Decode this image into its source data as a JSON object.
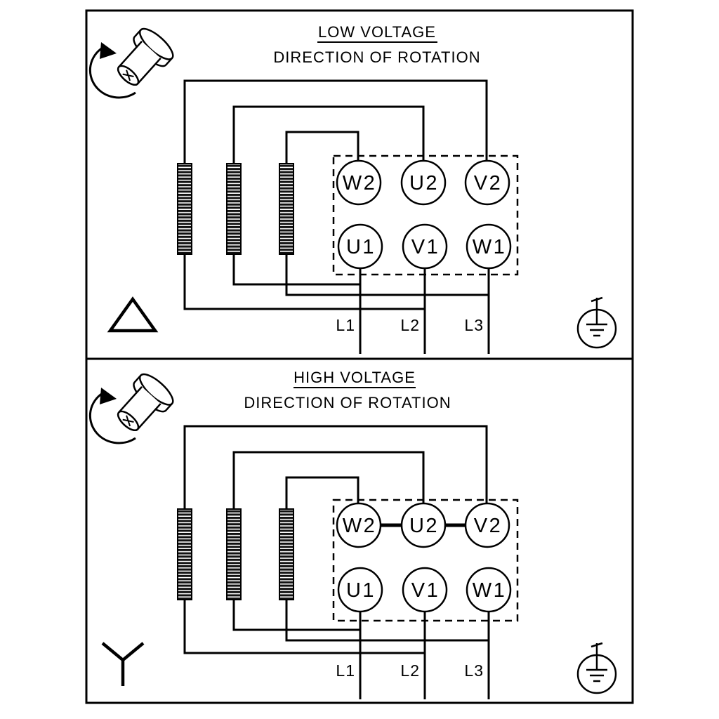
{
  "colors": {
    "line": "#000000",
    "background": "#ffffff"
  },
  "panels": [
    {
      "title": "LOW VOLTAGE",
      "subtitle": "DIRECTION OF ROTATION",
      "connection_symbol": "delta",
      "terminals_top": [
        "W2",
        "U2",
        "V2"
      ],
      "terminals_bottom": [
        "U1",
        "V1",
        "W1"
      ],
      "leads": [
        "L1",
        "L2",
        "L3"
      ]
    },
    {
      "title": "HIGH VOLTAGE",
      "subtitle": "DIRECTION OF ROTATION",
      "connection_symbol": "star",
      "terminals_top": [
        "W2",
        "U2",
        "V2"
      ],
      "terminals_bottom": [
        "U1",
        "V1",
        "W1"
      ],
      "leads": [
        "L1",
        "L2",
        "L3"
      ]
    }
  ]
}
